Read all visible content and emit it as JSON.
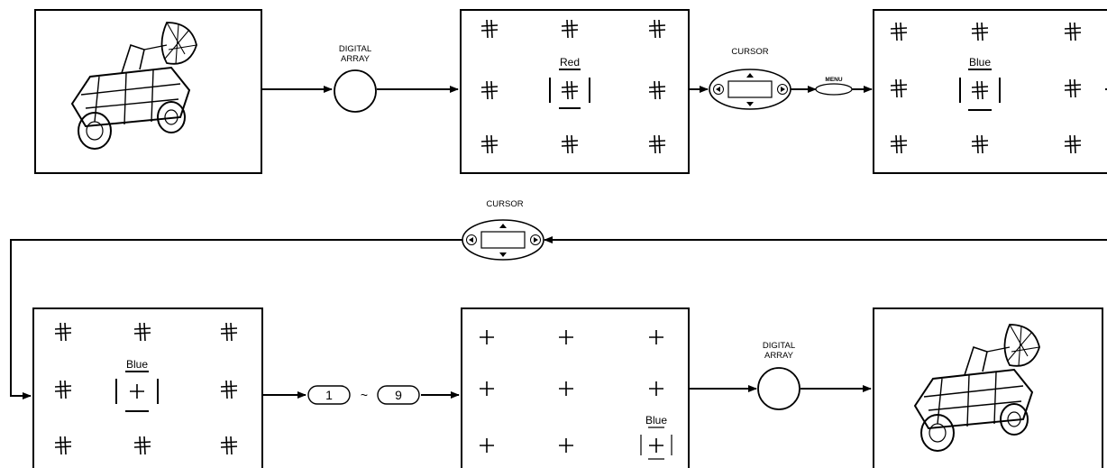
{
  "labels": {
    "digital_array_1_line1": "DIGITAL",
    "digital_array_1_line2": "ARRAY",
    "cursor_top": "CURSOR",
    "menu": "MENU",
    "cursor_middle": "CURSOR",
    "digital_array_2_line1": "DIGITAL",
    "digital_array_2_line2": "ARRAY"
  },
  "panels": {
    "panel_red": {
      "color_label": "Red"
    },
    "panel_blue_1": {
      "color_label": "Blue"
    },
    "panel_blue_2": {
      "color_label": "Blue"
    },
    "panel_blue_3": {
      "color_label": "Blue"
    }
  },
  "number_keys": {
    "from": "1",
    "separator": "~",
    "to": "9"
  },
  "icons": {
    "camera_image": "lunar-rover-drawing",
    "round_button": "circle",
    "cursor_pad": "four-way-cursor-pad",
    "grid_marker": "hash-cross-marker",
    "plain_cross": "plus-marker"
  }
}
